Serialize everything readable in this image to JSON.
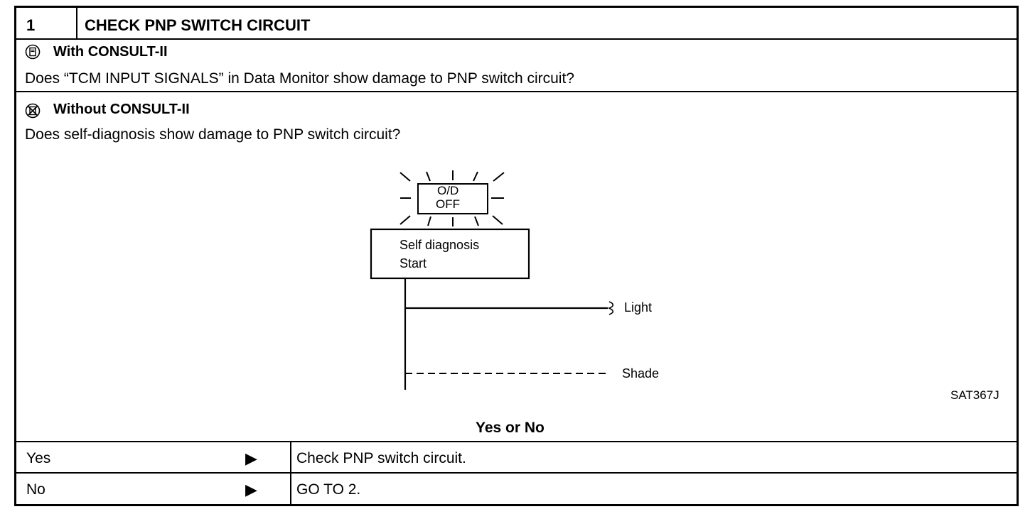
{
  "header": {
    "step_number": "1",
    "title": "CHECK PNP SWITCH CIRCUIT"
  },
  "with_consult": {
    "heading": "With CONSULT-II",
    "question": "Does “TCM INPUT SIGNALS” in Data Monitor show damage to PNP switch circuit?"
  },
  "without_consult": {
    "heading": "Without CONSULT-II",
    "question": "Does self-diagnosis show damage to PNP switch circuit?"
  },
  "diagram": {
    "lamp_line1": "O/D",
    "lamp_line2": "OFF",
    "box_line1": "Self  diagnosis",
    "box_line2": "Start",
    "light_label": "Light",
    "shade_label": "Shade",
    "figure_code": "SAT367J"
  },
  "result": {
    "heading": "Yes or No",
    "rows": [
      {
        "answer": "Yes",
        "arrow": "▶",
        "action": "Check PNP switch circuit."
      },
      {
        "answer": "No",
        "arrow": "▶",
        "action": "GO TO 2."
      }
    ]
  }
}
